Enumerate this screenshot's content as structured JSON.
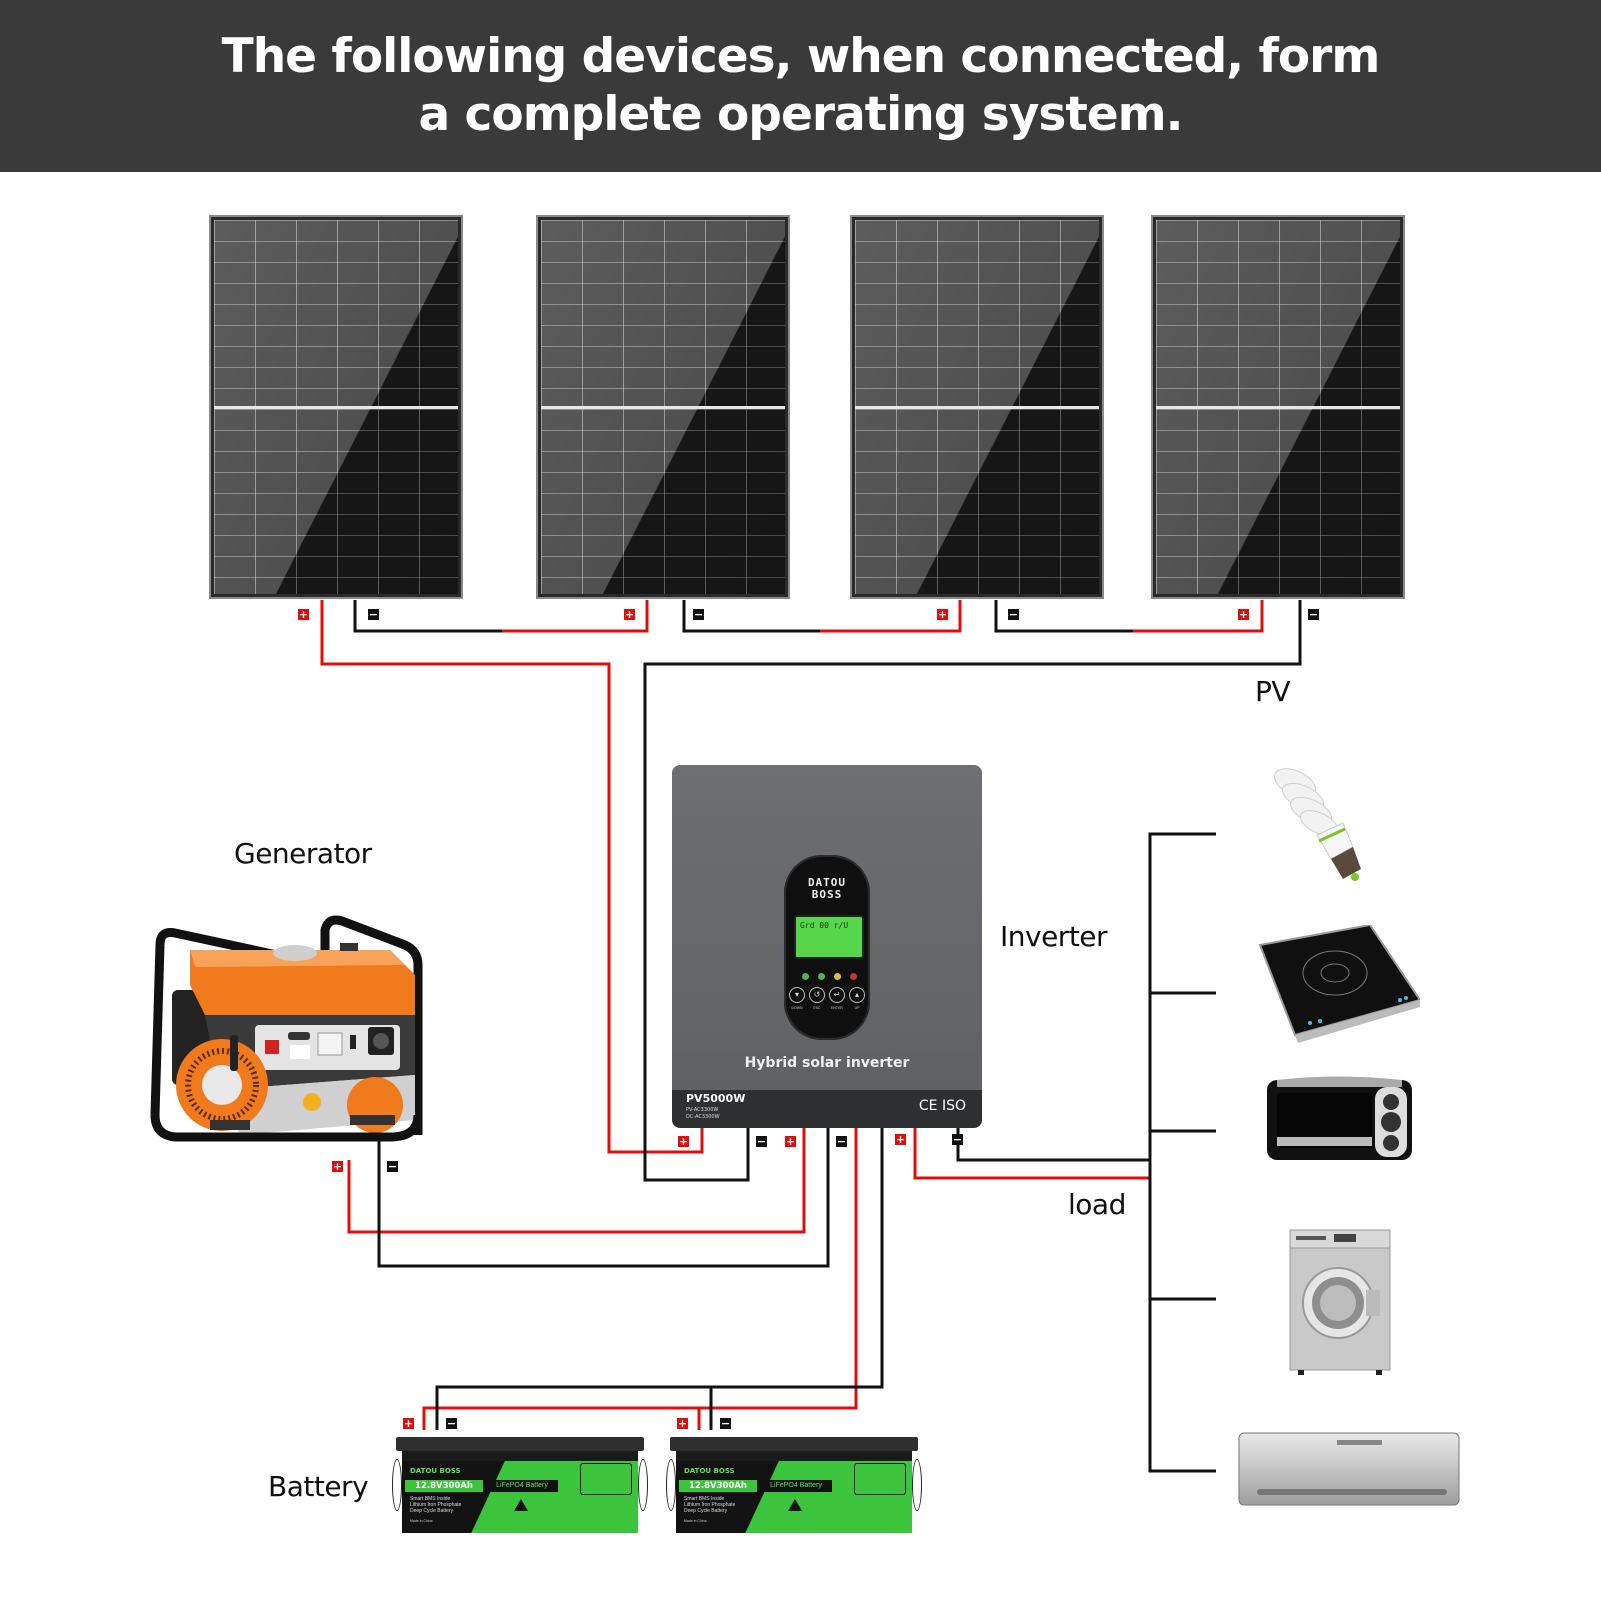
{
  "header": {
    "title": "The following devices, when connected, form a complete operating system."
  },
  "labels": {
    "pv": "PV",
    "generator": "Generator",
    "inverter": "Inverter",
    "load": "load",
    "battery": "Battery"
  },
  "terminals": {
    "positive": "+",
    "negative": "−"
  },
  "solar_panels": [
    {
      "name": "solar-panel-1"
    },
    {
      "name": "solar-panel-2"
    },
    {
      "name": "solar-panel-3"
    },
    {
      "name": "solar-panel-4"
    }
  ],
  "inverter": {
    "brand_line1": "DATOU",
    "brand_line2": "BOSS",
    "lcd_text": "Grd 00 r/U",
    "title": "Hybrid solar inverter",
    "model": "PV5000W",
    "spec_line1": "PV-AC3300W",
    "spec_line2": "DC-AC3300W",
    "cert": "CE ISO",
    "buttons": [
      "DOWN",
      "ESC",
      "ENTER",
      "UP"
    ],
    "button_icons": [
      "down-icon",
      "esc-icon",
      "enter-icon",
      "up-icon"
    ],
    "led_colors": [
      "#4caf50",
      "#4caf50",
      "#d8c23a",
      "#c0392b"
    ]
  },
  "batteries": [
    {
      "brand": "DATOU BOSS",
      "capacity": "12.8V300Ah",
      "type": "LiFePO4 Battery",
      "features": [
        "Smart BMS Inside",
        "Lithium Iron Phosphate",
        "Deep Cycle Battery"
      ],
      "made_in": "Made in China"
    },
    {
      "brand": "DATOU BOSS",
      "capacity": "12.8V300Ah",
      "type": "LiFePO4 Battery",
      "features": [
        "Smart BMS Inside",
        "Lithium Iron Phosphate",
        "Deep Cycle Battery"
      ],
      "made_in": "Made in China"
    }
  ],
  "loads": [
    {
      "name": "light-bulb"
    },
    {
      "name": "induction-cooker"
    },
    {
      "name": "toaster-oven"
    },
    {
      "name": "washing-machine"
    },
    {
      "name": "air-conditioner"
    }
  ],
  "colors": {
    "header_bg": "#3a3a3a",
    "wire_positive": "#e00d0d",
    "wire_negative": "#111111",
    "battery_green": "#3cc43c",
    "generator_orange": "#f07a1c"
  }
}
